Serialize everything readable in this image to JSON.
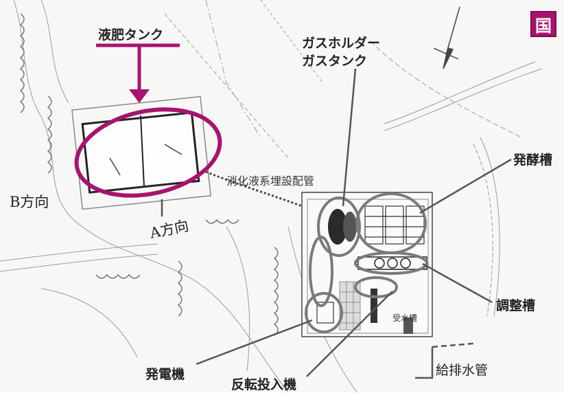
{
  "badge": "国",
  "labels": {
    "liquid_fertilizer_tank": "液肥タンク",
    "gas_holder": "ガスホルダー",
    "gas_tank": "ガスタンク",
    "fermentation_tank": "発酵槽",
    "digestate_pipe": "消化液系埋設配管",
    "direction_b": "B方向",
    "direction_a": "A方向",
    "adjustment_tank": "調整槽",
    "receiving_tank": "受水槽",
    "generator": "発電機",
    "reverse_feeder": "反転投入機",
    "water_pipe": "給排水管"
  },
  "colors": {
    "accent": "#a8136f",
    "drawing": "#555555",
    "highlight_ring": "#7a7a7a"
  }
}
